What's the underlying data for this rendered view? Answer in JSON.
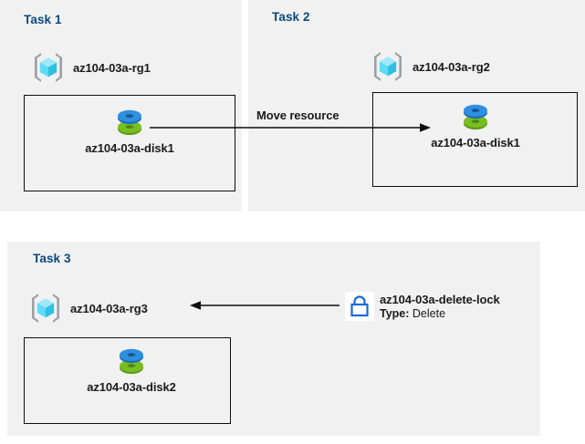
{
  "diagram": {
    "title": "Azure resource group tasks diagram",
    "background": "#ffffff",
    "panel_background": "#f1f1f1",
    "title_color": "#0a4a80",
    "border_color": "#0d0d0d",
    "colors": {
      "accent_title": "#0a4a80",
      "disk_blue": "#2f8fe0",
      "disk_green": "#76bc21",
      "cube_cyan": "#7fe3f7",
      "bracket_grey": "#9aa0a6",
      "lock_blue": "#1668d8",
      "text": "#1a1a1a"
    }
  },
  "panels": [
    {
      "id": "task1",
      "title": "Task 1",
      "resource_group": {
        "label": "az104-03a-rg1",
        "icon": "resource-group-icon"
      },
      "resource": {
        "label": "az104-03a-disk1",
        "icon": "managed-disk-icon"
      }
    },
    {
      "id": "task2",
      "title": "Task 2",
      "resource_group": {
        "label": "az104-03a-rg2",
        "icon": "resource-group-icon"
      },
      "resource": {
        "label": "az104-03a-disk1",
        "icon": "managed-disk-icon"
      }
    },
    {
      "id": "task3",
      "title": "Task 3",
      "resource_group": {
        "label": "az104-03a-rg3",
        "icon": "resource-group-icon"
      },
      "resource": {
        "label": "az104-03a-disk2",
        "icon": "managed-disk-icon"
      }
    }
  ],
  "arrows": [
    {
      "id": "move-resource",
      "label": "Move resource",
      "from": "task1-disk1",
      "to": "task2-disk1",
      "direction": "right"
    },
    {
      "id": "delete-lock-applied",
      "label": "",
      "from": "az104-03a-delete-lock",
      "to": "az104-03a-rg3",
      "direction": "left"
    }
  ],
  "lock": {
    "icon": "lock-icon",
    "name": "az104-03a-delete-lock",
    "type_key": "Type:",
    "type_value": "Delete"
  }
}
